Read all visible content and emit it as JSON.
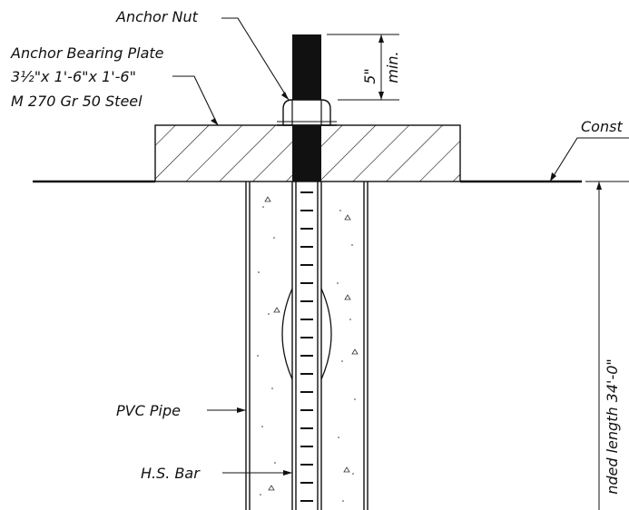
{
  "labels": {
    "anchor_nut": "Anchor Nut",
    "bearing_plate_title": "Anchor Bearing Plate",
    "bearing_plate_size": "3½\"x 1'-6\"x 1'-6\"",
    "bearing_plate_material": "M 270 Gr 50 Steel",
    "const": "Const",
    "dim_value": "5\"",
    "dim_min": "min.",
    "pvc_pipe": "PVC Pipe",
    "hs_bar": "H.S. Bar",
    "bonded_length": "nded length 34'-0\""
  },
  "colors": {
    "line": "#111111",
    "bar_fill": "#111111",
    "background": "#ffffff"
  }
}
